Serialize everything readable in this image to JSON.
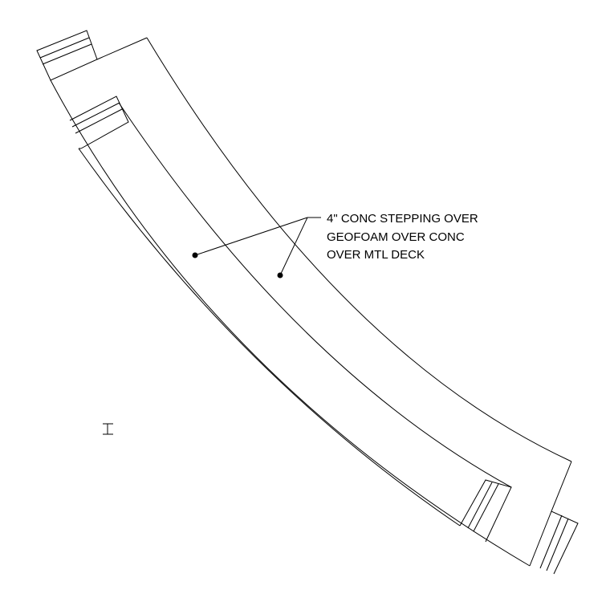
{
  "annotation": {
    "lines": [
      "4\" CONC STEPPING OVER",
      "GEOFOAM OVER CONC",
      "OVER MTL DECK"
    ]
  },
  "markers": {
    "text_cursor_icon": "i-beam-cursor-icon"
  },
  "colors": {
    "line": "#000000",
    "background": "#ffffff"
  }
}
